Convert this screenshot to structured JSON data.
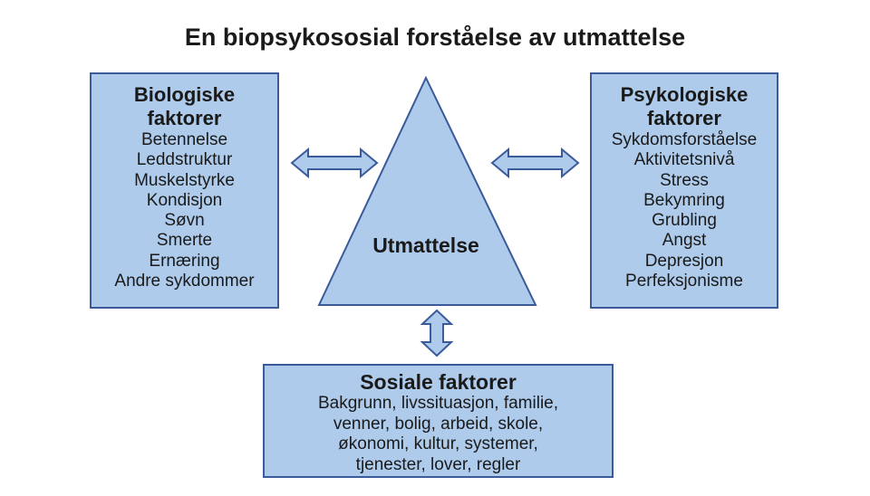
{
  "title": "En biopsykososial forståelse av utmattelse",
  "center": {
    "label": "Utmattelse"
  },
  "biological": {
    "heading": [
      "Biologiske",
      "faktorer"
    ],
    "items": [
      "Betennelse",
      "Leddstruktur",
      "Muskelstyrke",
      "Kondisjon",
      "Søvn",
      "Smerte",
      "Ernæring",
      "Andre sykdommer"
    ]
  },
  "psychological": {
    "heading": [
      "Psykologiske",
      "faktorer"
    ],
    "items": [
      "Sykdomsforståelse",
      "Aktivitetsnivå",
      "Stress",
      "Bekymring",
      "Grubling",
      "Angst",
      "Depresjon",
      "Perfeksjonisme"
    ]
  },
  "social": {
    "heading": "Sosiale faktorer",
    "lines": [
      "Bakgrunn, livssituasjon, familie,",
      "venner, bolig, arbeid, skole,",
      "økonomi, kultur, systemer,",
      "tjenester, lover, regler"
    ]
  },
  "colors": {
    "fill": "#aecbeb",
    "stroke": "#3b5a9a"
  }
}
